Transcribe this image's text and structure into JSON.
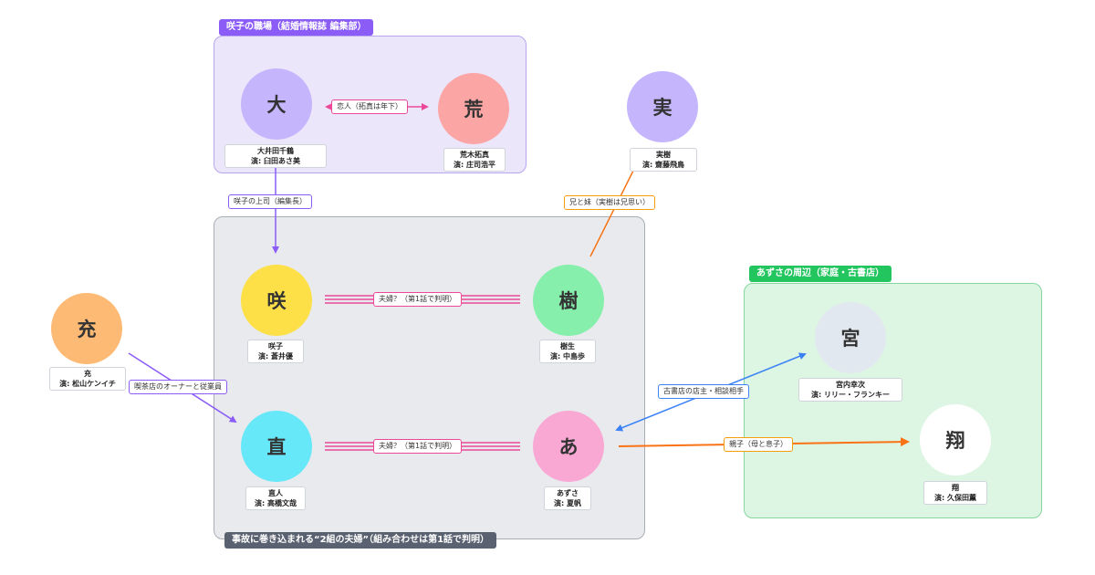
{
  "groups": {
    "work_title": "咲子の職場（結婚情報誌 編集部）",
    "center_title": "事故に巻き込まれる“2組の夫婦”（組み合わせは第1話で判明）",
    "around_title": "あずさの周辺（家庭・古書店）"
  },
  "people": {
    "oi": {
      "glyph": "大",
      "name": "大井田千鶴",
      "actor": "演: 臼田あさ美",
      "color": "#c4b5fd"
    },
    "ara": {
      "glyph": "荒",
      "name": "荒木拓真",
      "actor": "演: 庄司浩平",
      "color": "#fca5a5"
    },
    "minoru": {
      "glyph": "実",
      "name": "実樹",
      "actor": "演: 齋藤飛鳥",
      "color": "#c4b5fd"
    },
    "saki": {
      "glyph": "咲",
      "name": "咲子",
      "actor": "演: 蒼井優",
      "color": "#fde047"
    },
    "itsuki": {
      "glyph": "樹",
      "name": "樹生",
      "actor": "演: 中島歩",
      "color": "#86efac"
    },
    "mitsuru": {
      "glyph": "充",
      "name": "充",
      "actor": "演: 松山ケンイチ",
      "color": "#fdba74"
    },
    "nao": {
      "glyph": "直",
      "name": "直人",
      "actor": "演: 高橋文哉",
      "color": "#67e8f9"
    },
    "azusa": {
      "glyph": "あ",
      "name": "あずさ",
      "actor": "演: 夏帆",
      "color": "#f9a8d4"
    },
    "miya": {
      "glyph": "宮",
      "name": "宮内幸次",
      "actor": "演: リリー・フランキー",
      "color": "#e2e8f0"
    },
    "sho": {
      "glyph": "翔",
      "name": "翔",
      "actor": "演: 久保田薫",
      "color": "#ffffff"
    }
  },
  "relations": {
    "lovers": "恋人（拓真は年下）",
    "boss": "咲子の上司（編集長）",
    "siblings": "兄と妹（実樹は兄思い）",
    "couple1": "夫婦？（第1話で判明）",
    "cafe": "喫茶店のオーナーと従業員",
    "couple2": "夫婦？（第1話で判明）",
    "bookstore": "古書店の店主・相談相手",
    "parent": "親子（母と息子）"
  },
  "colors": {
    "purple": "#8b5cf6",
    "pink": "#ec4899",
    "orange": "#f97316",
    "blue": "#3b82f6"
  }
}
